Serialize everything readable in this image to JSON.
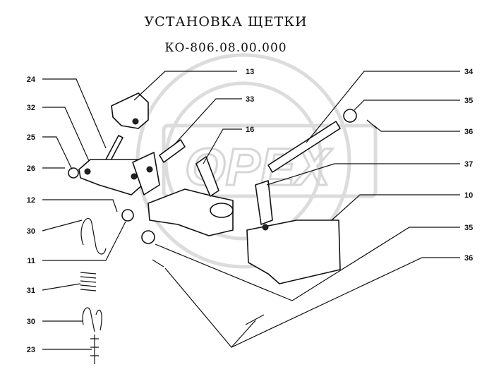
{
  "title": "УСТАНОВКА ЩЕТКИ",
  "subtitle": "КО-806.08.00.000",
  "watermark": "OPEX",
  "callouts": [
    "24",
    "32",
    "25",
    "26",
    "12",
    "30",
    "11",
    "31",
    "30",
    "23",
    "13",
    "33",
    "16",
    "34",
    "35",
    "36",
    "37",
    "10",
    "35",
    "36"
  ]
}
